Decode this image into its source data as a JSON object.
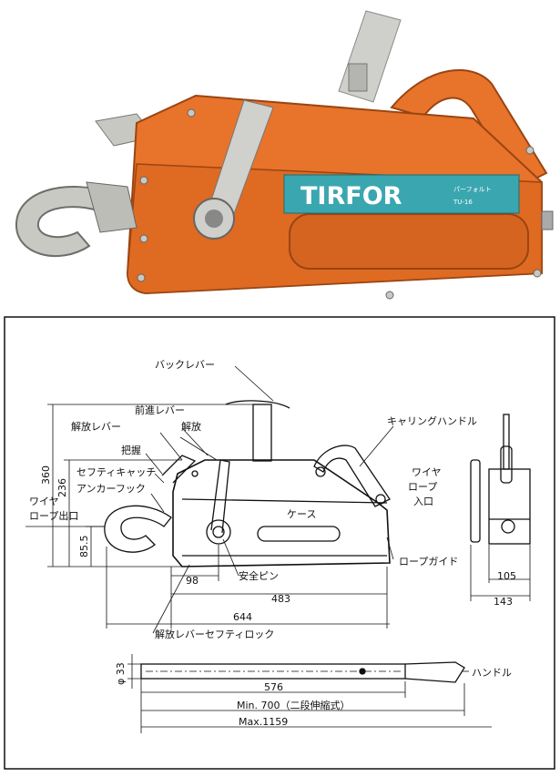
{
  "product": {
    "brand": "TIRFOR",
    "brand_sub_line1": "パーフォルト",
    "brand_sub_line2": "TU-16"
  },
  "labels": {
    "back_lever": "バックレバー",
    "forward_lever": "前進レバー",
    "release_lever": "解放レバー",
    "release": "解放",
    "grip": "把握",
    "safety_catch": "セフティキャッチ",
    "anchor_hook": "アンカーフック",
    "wire_rope_exit_1": "ワイヤ",
    "wire_rope_exit_2": "ロープ出口",
    "carrying_handle": "キャリングハンドル",
    "wire_rope_entry_1": "ワイヤ",
    "wire_rope_entry_2": "ロープ",
    "wire_rope_entry_3": "入口",
    "case": "ケース",
    "rope_guide": "ロープガイド",
    "safety_pin": "安全ピン",
    "release_lever_safety_lock": "解放レバーセフティロック",
    "handle": "ハンドル"
  },
  "dimensions": {
    "d360": "360",
    "d236": "236",
    "d85_5": "85.5",
    "d98": "98",
    "d483": "483",
    "d644": "644",
    "d105": "105",
    "d143": "143",
    "d_phi33": "φ 33",
    "d576": "576",
    "d_min700": "Min. 700（二段伸縮式）",
    "d_max1159": "Max.1159"
  },
  "colors": {
    "body_orange": "#e8732a",
    "body_dark": "#b85418",
    "metal": "#c9c9c4",
    "label_teal": "#3aa6b0"
  }
}
